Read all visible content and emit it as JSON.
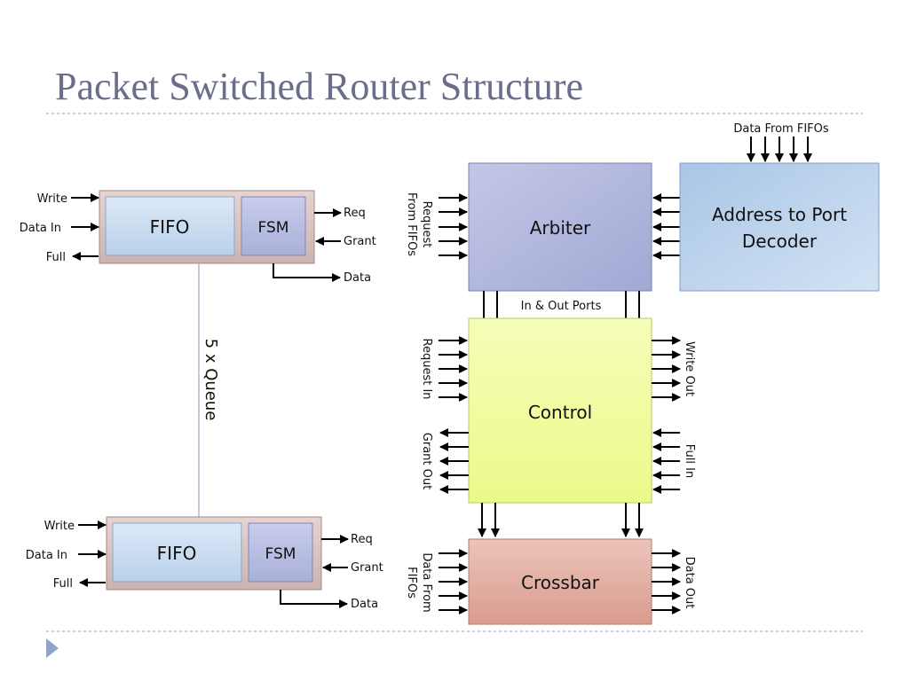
{
  "title": "Packet Switched Router Structure",
  "queue_top": {
    "fifo": "FIFO",
    "fsm": "FSM",
    "write": "Write",
    "data_in": "Data In",
    "full": "Full",
    "req": "Req",
    "grant": "Grant",
    "data": "Data"
  },
  "queue_bottom": {
    "fifo": "FIFO",
    "fsm": "FSM",
    "write": "Write",
    "data_in": "Data In",
    "full": "Full",
    "req": "Req",
    "grant": "Grant",
    "data": "Data"
  },
  "queue_multiplier": "5 x Queue",
  "arbiter": {
    "label": "Arbiter",
    "input_line1": "Request",
    "input_line2": "From FIFOs"
  },
  "decoder": {
    "line1": "Address to Port",
    "line2": "Decoder",
    "input_label": "Data From FIFOs"
  },
  "ports_label": "In & Out Ports",
  "control": {
    "label": "Control",
    "request_in": "Request In",
    "grant_out": "Grant Out",
    "write_out": "Write Out",
    "full_in": "Full In"
  },
  "crossbar": {
    "label": "Crossbar",
    "input_line1": "Data From",
    "input_line2": "FIFOs",
    "output": "Data Out"
  },
  "colors": {
    "title": "#6b6e8a",
    "fifo_fill": "#c9dcf0",
    "fsm_fill": "#b8bfe0",
    "queue_frame": "#d8c2be",
    "arbiter_fill": "#b3b8dc",
    "decoder_fill": "#bcd4ec",
    "control_fill": "#f1fca0",
    "crossbar_fill": "#e3b0a4"
  }
}
